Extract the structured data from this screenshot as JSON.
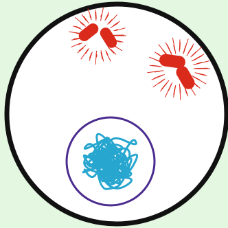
{
  "colors": {
    "background": "#e3f7e1",
    "cell_fill": "#ffffff",
    "cell_membrane": "#111111",
    "nuclear_envelope": "#4b2c8f",
    "chromatin": "#27a6cf",
    "bacteria": "#d92a1c",
    "bacteria_rays": "#d92a1c"
  },
  "icons": {
    "cell": "circle-shape",
    "nucleus": "circle-shape",
    "chromatin": "squiggle-shape",
    "bacterium": "capsule-shape"
  },
  "counts": {
    "bacteria_groups": 2,
    "bacteria_per_group": 2
  }
}
